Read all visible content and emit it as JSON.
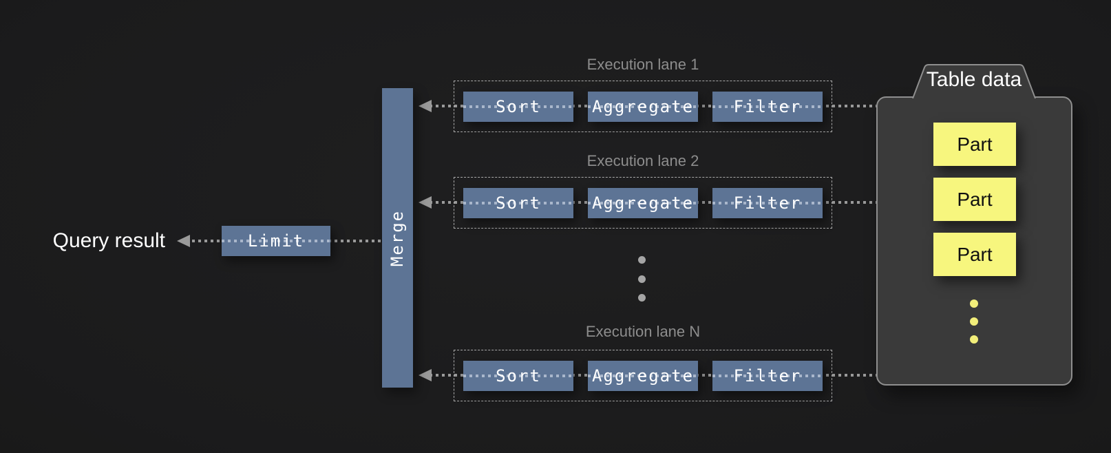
{
  "colors": {
    "background": "#1d1d1d",
    "operator_blue": "#5d7495",
    "part_yellow": "#f7f67e",
    "table_fill": "#3a3a3a",
    "table_border": "#8f8f8f",
    "line_gray": "#9a9a9a",
    "label_gray": "#8d8d8d",
    "text_white": "#ffffff"
  },
  "query_result_label": "Query result",
  "limit": {
    "label": "Limit"
  },
  "merge": {
    "label": "Merge"
  },
  "lanes": [
    {
      "label": "Execution lane 1",
      "operators": [
        "Sort",
        "Aggregate",
        "Filter"
      ]
    },
    {
      "label": "Execution lane 2",
      "operators": [
        "Sort",
        "Aggregate",
        "Filter"
      ]
    },
    {
      "label": "Execution lane N",
      "operators": [
        "Sort",
        "Aggregate",
        "Filter"
      ]
    }
  ],
  "table": {
    "label": "Table data",
    "parts": [
      "Part",
      "Part",
      "Part"
    ]
  }
}
